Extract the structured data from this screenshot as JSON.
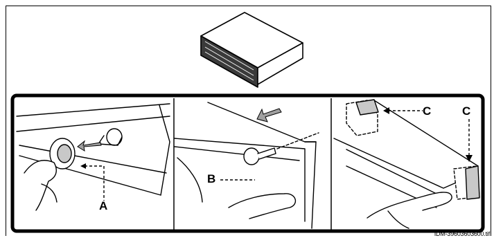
{
  "callouts": {
    "a": "A",
    "b": "B",
    "c1": "C",
    "c2": "C"
  },
  "figure_ref": "IDM-39603603600.tif",
  "colors": {
    "line": "#000000",
    "panel_bg": "#ffffff",
    "shade": "#c8c8c8",
    "arrow_fill": "#a0a0a0"
  },
  "icons": [
    "bin-drawer-icon",
    "arrow-left-icon",
    "screw-icon",
    "bracket-icon"
  ]
}
